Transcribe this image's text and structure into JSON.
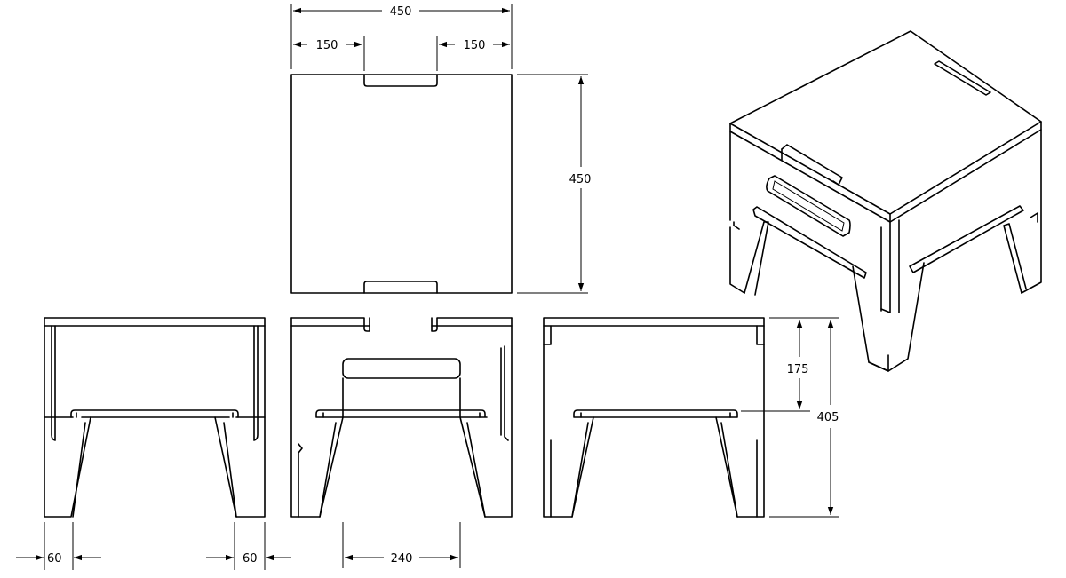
{
  "dimensions": {
    "top_overall_width": "450",
    "top_slot_left_offset": "150",
    "top_slot_right_offset": "150",
    "top_overall_depth": "450",
    "side_crossbar_height": "175",
    "side_overall_height": "405",
    "front_leg_left_width": "60",
    "front_leg_right_width": "60",
    "back_opening_width": "240"
  }
}
